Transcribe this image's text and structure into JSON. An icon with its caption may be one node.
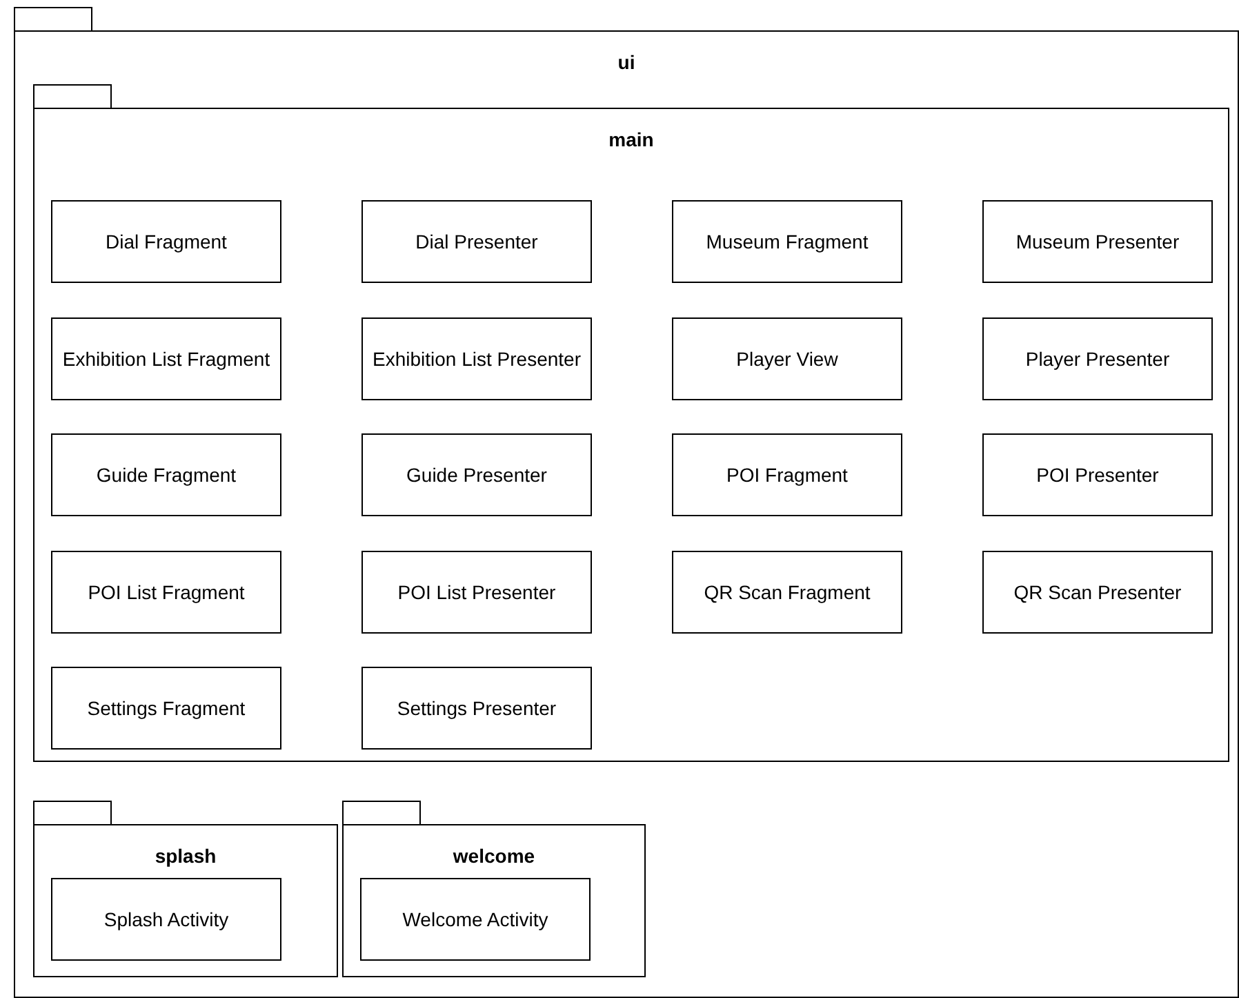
{
  "diagram": {
    "nodes": [
      {
        "text": [
          "ui"
        ]
      },
      {
        "text": [
          "main"
        ],
        "in": 0
      },
      {
        "text": [
          "Dial Fragment"
        ],
        "in": 1
      },
      {
        "text": [
          "Dial Presenter"
        ],
        "in": 1
      },
      {
        "text": [
          "Museum Fragment"
        ],
        "in": 1
      },
      {
        "text": [
          "Museum Presenter"
        ],
        "in": 1
      },
      {
        "text": [
          "Exhibition List Fragment"
        ],
        "in": 1
      },
      {
        "text": [
          "Exhibition List Presenter"
        ],
        "in": 1
      },
      {
        "text": [
          "Player View"
        ],
        "in": 1
      },
      {
        "text": [
          "Player Presenter"
        ],
        "in": 1
      },
      {
        "text": [
          "Guide Fragment"
        ],
        "in": 1
      },
      {
        "text": [
          "Guide Presenter"
        ],
        "in": 1
      },
      {
        "text": [
          "POI Fragment"
        ],
        "in": 1
      },
      {
        "text": [
          "POI Presenter"
        ],
        "in": 1
      },
      {
        "text": [
          "POI List Fragment"
        ],
        "in": 1
      },
      {
        "text": [
          "POI List Presenter"
        ],
        "in": 1
      },
      {
        "text": [
          "QR Scan Fragment"
        ],
        "in": 1
      },
      {
        "text": [
          "QR Scan Presenter"
        ],
        "in": 1
      },
      {
        "text": [
          "Settings Fragment"
        ],
        "in": 1
      },
      {
        "text": [
          "Settings Presenter"
        ],
        "in": 1
      },
      {
        "text": [
          "splash"
        ],
        "in": 0
      },
      {
        "text": [
          "Splash Activity"
        ],
        "in": 20
      },
      {
        "text": [
          "welcome"
        ],
        "in": 0
      },
      {
        "text": [
          "Welcome Activity"
        ],
        "in": 22
      }
    ]
  }
}
